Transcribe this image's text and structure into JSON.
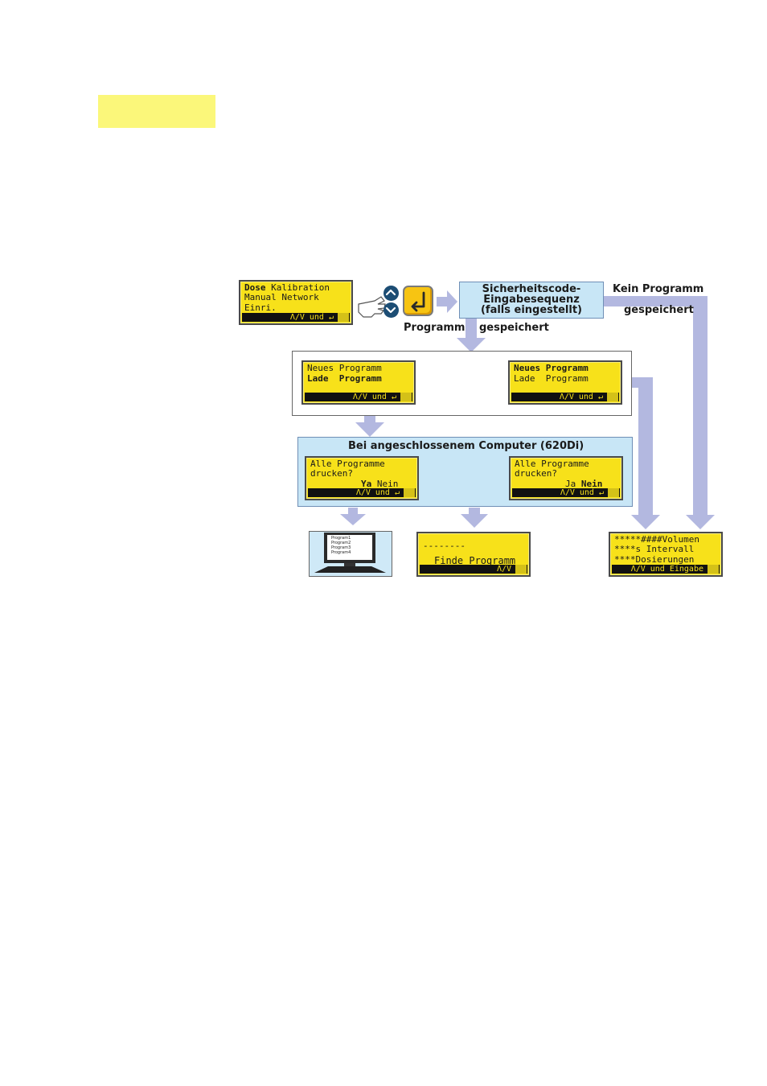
{
  "highlight_color": "#fbf77a",
  "display_main": {
    "line1_bold": "Dose",
    "line1_rest": " Kalibration",
    "line2": "Manual Network",
    "line3": "Einri.",
    "footer": "Λ/V und ↵"
  },
  "security_box": {
    "line1": "Sicherheitscode-",
    "line2": "Eingabesequenz",
    "line3": "(falls eingestellt)"
  },
  "labels": {
    "kein_programm": "Kein Programm",
    "gespeichert_right": "gespeichert",
    "programm": "Programm",
    "gespeichert_mid": "gespeichert"
  },
  "display_load_left": {
    "line1": "Neues Programm",
    "line2_bold": "Lade  Programm",
    "footer": "Λ/V und ↵"
  },
  "display_load_right": {
    "line1_bold": "Neues Programm",
    "line2": "Lade  Programm",
    "footer": "Λ/V und ↵"
  },
  "computer_box": {
    "title": "Bei angeschlossenem Computer (620Di)"
  },
  "display_print_left": {
    "line1": "Alle Programme",
    "line2": "drucken?",
    "line3_bold": "Ya",
    "line3_rest": " Nein",
    "footer": "Λ/V und ↵"
  },
  "display_print_right": {
    "line1": "Alle Programme",
    "line2": "drucken?",
    "line3_rest": "Ja ",
    "line3_bold": "Nein",
    "footer": "Λ/V und ↵"
  },
  "monitor_lines": [
    "Program1",
    "Program2",
    "Program3",
    "Program4"
  ],
  "display_find": {
    "line1": "--------",
    "line2": "Finde Programm",
    "footer": "Λ/V"
  },
  "display_volume": {
    "line1": "*****####Volumen",
    "line2": "****s Intervall",
    "line3": "****Dosierungen",
    "footer": "Λ/V und Eingabe"
  },
  "colors": {
    "lcd_yellow": "#f7e11a",
    "flow_arrow": "#b3b8e0",
    "box_blue": "#c8e6f6",
    "key_yellow": "#f7c412",
    "arrow_button": "#1c4d74"
  }
}
